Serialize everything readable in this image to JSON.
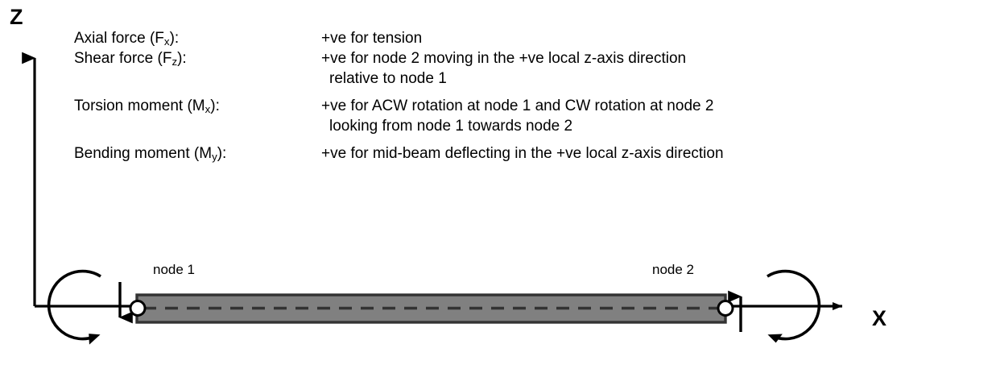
{
  "axes": {
    "z_label": "Z",
    "x_label": "X"
  },
  "legend": {
    "rows": [
      {
        "term_prefix": "Axial force (F",
        "term_sub": "x",
        "term_suffix": "):",
        "desc": "+ve for tension",
        "continuation": null
      },
      {
        "term_prefix": "Shear force (F",
        "term_sub": "z",
        "term_suffix": "):",
        "desc": "+ve for node 2 moving in the +ve local z-axis direction",
        "continuation": "relative to node 1"
      },
      {
        "term_prefix": "Torsion moment (M",
        "term_sub": "x",
        "term_suffix": "):",
        "desc": "+ve for ACW rotation at node 1 and CW rotation at node 2",
        "continuation": "looking from node 1 towards node 2"
      },
      {
        "term_prefix": "Bending moment (M",
        "term_sub": "y",
        "term_suffix": "):",
        "desc": "+ve for mid-beam deflecting in the +ve local z-axis direction",
        "continuation": null
      }
    ]
  },
  "beam": {
    "node_1_label": "node 1",
    "node_2_label": "node 2"
  },
  "colors": {
    "beam_fill": "#808080",
    "beam_stroke": "#333333",
    "axis_stroke": "#000000",
    "node_marker_fill": "#ffffff",
    "text": "#000000"
  },
  "icons": {
    "z_axis_arrow": "arrow-up-icon",
    "x_axis_arrow": "arrow-right-icon",
    "node1_shear_arrow": "arrow-down-icon",
    "node2_shear_arrow": "arrow-up-icon",
    "node1_torsion_arc": "rotation-acw-arc-icon",
    "node2_torsion_arc": "rotation-cw-arc-icon",
    "node_marker": "node-circle-icon",
    "beam_centerline": "dashed-centerline-icon"
  }
}
